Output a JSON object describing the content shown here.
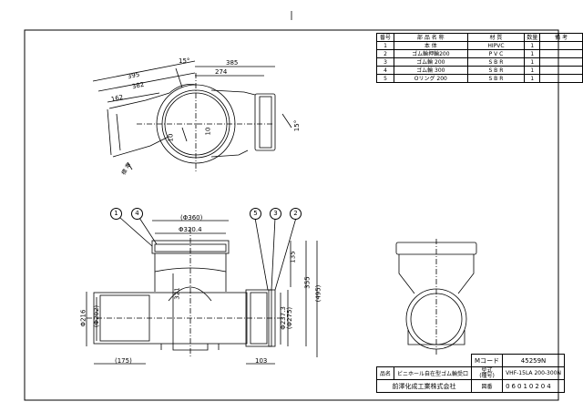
{
  "parts_table": {
    "headers": [
      "番号",
      "部 品 名 称",
      "材 質",
      "数量",
      "備 考"
    ],
    "rows": [
      {
        "no": "1",
        "name": "本 体",
        "material": "HIPVC",
        "qty": "1",
        "note": ""
      },
      {
        "no": "2",
        "name": "ゴム輪押輪200",
        "material": "P V C",
        "qty": "1",
        "note": ""
      },
      {
        "no": "3",
        "name": "ゴム輪 200",
        "material": "S B R",
        "qty": "1",
        "note": ""
      },
      {
        "no": "4",
        "name": "ゴム輪 300",
        "material": "S B R",
        "qty": "1",
        "note": ""
      },
      {
        "no": "5",
        "name": "Oリング 200",
        "material": "S B R",
        "qty": "1",
        "note": ""
      }
    ]
  },
  "title_block": {
    "code_label": "Mコード",
    "code_value": "45259N",
    "name_label": "品名",
    "name_value": "ビニホール自在型ゴム輪受口",
    "model_label_1": "型式",
    "model_label_2": "(種号)",
    "model_value": "VHF-15LA 200-300N",
    "company": "前澤化成工業株式会社",
    "doc_label": "図番",
    "doc_value": "06010204"
  },
  "dims": {
    "d395": "395",
    "d385": "385",
    "d382": "382",
    "d274": "274",
    "d162": "162",
    "a15_top": "15°",
    "a15_right": "15°",
    "d10a": "10",
    "d10b": "10",
    "note_tochi": "標 準",
    "d360": "(Φ360)",
    "d320": "Φ320.4",
    "d135": "135",
    "d355": "355",
    "d495": "(495)",
    "d321": "321",
    "d216": "Φ216",
    "d202": "(Φ202)",
    "d237": "Φ237.3",
    "d275": "(Φ275)",
    "d175": "(175)",
    "d103": "103"
  },
  "callouts": [
    "1",
    "4",
    "5",
    "3",
    "2"
  ]
}
